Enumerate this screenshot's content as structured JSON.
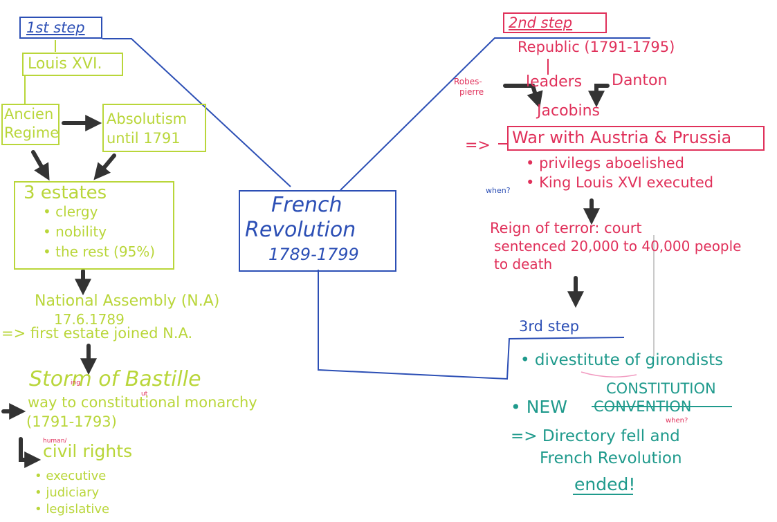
{
  "colors": {
    "green": "#b9d63a",
    "red": "#e0305a",
    "teal": "#1f9a8c",
    "blue": "#2c4fb5",
    "arrow": "#333333",
    "pencil": "#b8b8b8"
  },
  "center": {
    "line1": "French",
    "line2": "Revolution",
    "line3": "1789-1799"
  },
  "step1": {
    "title": "1st step",
    "king": "Louis XVI.",
    "ancien_line1": "Ancien",
    "ancien_line2": "Regime",
    "absolutism_line1": "Absolutism",
    "absolutism_line2": "until 1791",
    "estates_title": "3 estates",
    "estates": [
      "clergy",
      "nobility",
      "the rest (95%)"
    ],
    "assembly_line1": "National Assembly (N.A)",
    "assembly_line2": "17.6.1789",
    "assembly_line3": "=> first estate joined N.A.",
    "storm": "Storm of Bastille",
    "storm_note": "ing",
    "monarchy_line1": "way to constitutional monarchy",
    "monarchy_note": "ut",
    "monarchy_line2": "(1791-1793)",
    "rights_note": "human/",
    "rights": "civil rights",
    "powers": [
      "executive",
      "judiciary",
      "legislative"
    ]
  },
  "step2": {
    "title": "2nd step",
    "republic": "Republic (1791-1795)",
    "robes_line1": "Robes-",
    "robes_line2": "pierre",
    "leaders": "leaders",
    "danton": "Danton",
    "jacobins": "Jacobins",
    "war": "War with Austria & Prussia",
    "war_arrow": "=>",
    "when_note": "when?",
    "items": [
      "privilegs aboelished",
      "King Louis XVI executed"
    ],
    "terror_line1": "Reign of terror: court",
    "terror_line2": "sentenced 20,000 to 40,000 people",
    "terror_line3": "to death"
  },
  "step3": {
    "title": "3rd step",
    "divestiture": "divestitute of girondists",
    "constitution": "CONSTITUTION",
    "new": "NEW",
    "convention": "CONVENTION",
    "when_note": "when?",
    "directory_line1": "=> Directory fell and",
    "directory_line2": "French Revolution",
    "directory_line3": "ended!"
  }
}
